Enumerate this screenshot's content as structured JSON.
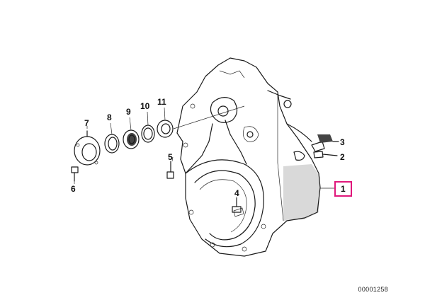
{
  "diagram": {
    "callouts": [
      {
        "id": "1",
        "label": "1",
        "highlighted": true
      },
      {
        "id": "2",
        "label": "2",
        "highlighted": false
      },
      {
        "id": "3",
        "label": "3",
        "highlighted": false
      },
      {
        "id": "4",
        "label": "4",
        "highlighted": false
      },
      {
        "id": "5",
        "label": "5",
        "highlighted": false
      },
      {
        "id": "6",
        "label": "6",
        "highlighted": false
      },
      {
        "id": "7",
        "label": "7",
        "highlighted": false
      },
      {
        "id": "8",
        "label": "8",
        "highlighted": false
      },
      {
        "id": "9",
        "label": "9",
        "highlighted": false
      },
      {
        "id": "10",
        "label": "10",
        "highlighted": false
      },
      {
        "id": "11",
        "label": "11",
        "highlighted": false
      }
    ],
    "diagram_number": "00001258",
    "colors": {
      "highlight": "#e0177b",
      "line": "#1a1a1a"
    }
  }
}
